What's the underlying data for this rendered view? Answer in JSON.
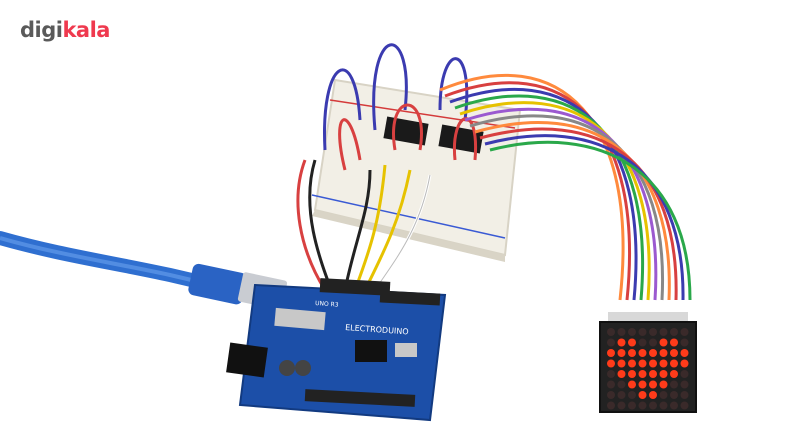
{
  "brand": {
    "part1": "digi",
    "part2": "kala"
  },
  "board": {
    "brand_text": "ELECTRODUINO",
    "model_text": "UNO R3"
  },
  "matrix": {
    "rows": [
      "00000000",
      "01100110",
      "11111111",
      "11111111",
      "01111110",
      "00111100",
      "00011000",
      "00000000"
    ]
  },
  "colors": {
    "led_on": "#ff3b1a",
    "led_off": "#3a2a2a",
    "board": "#1c4fa8",
    "cable": "#3a7bd5",
    "breadboard": "#f2efe6"
  }
}
